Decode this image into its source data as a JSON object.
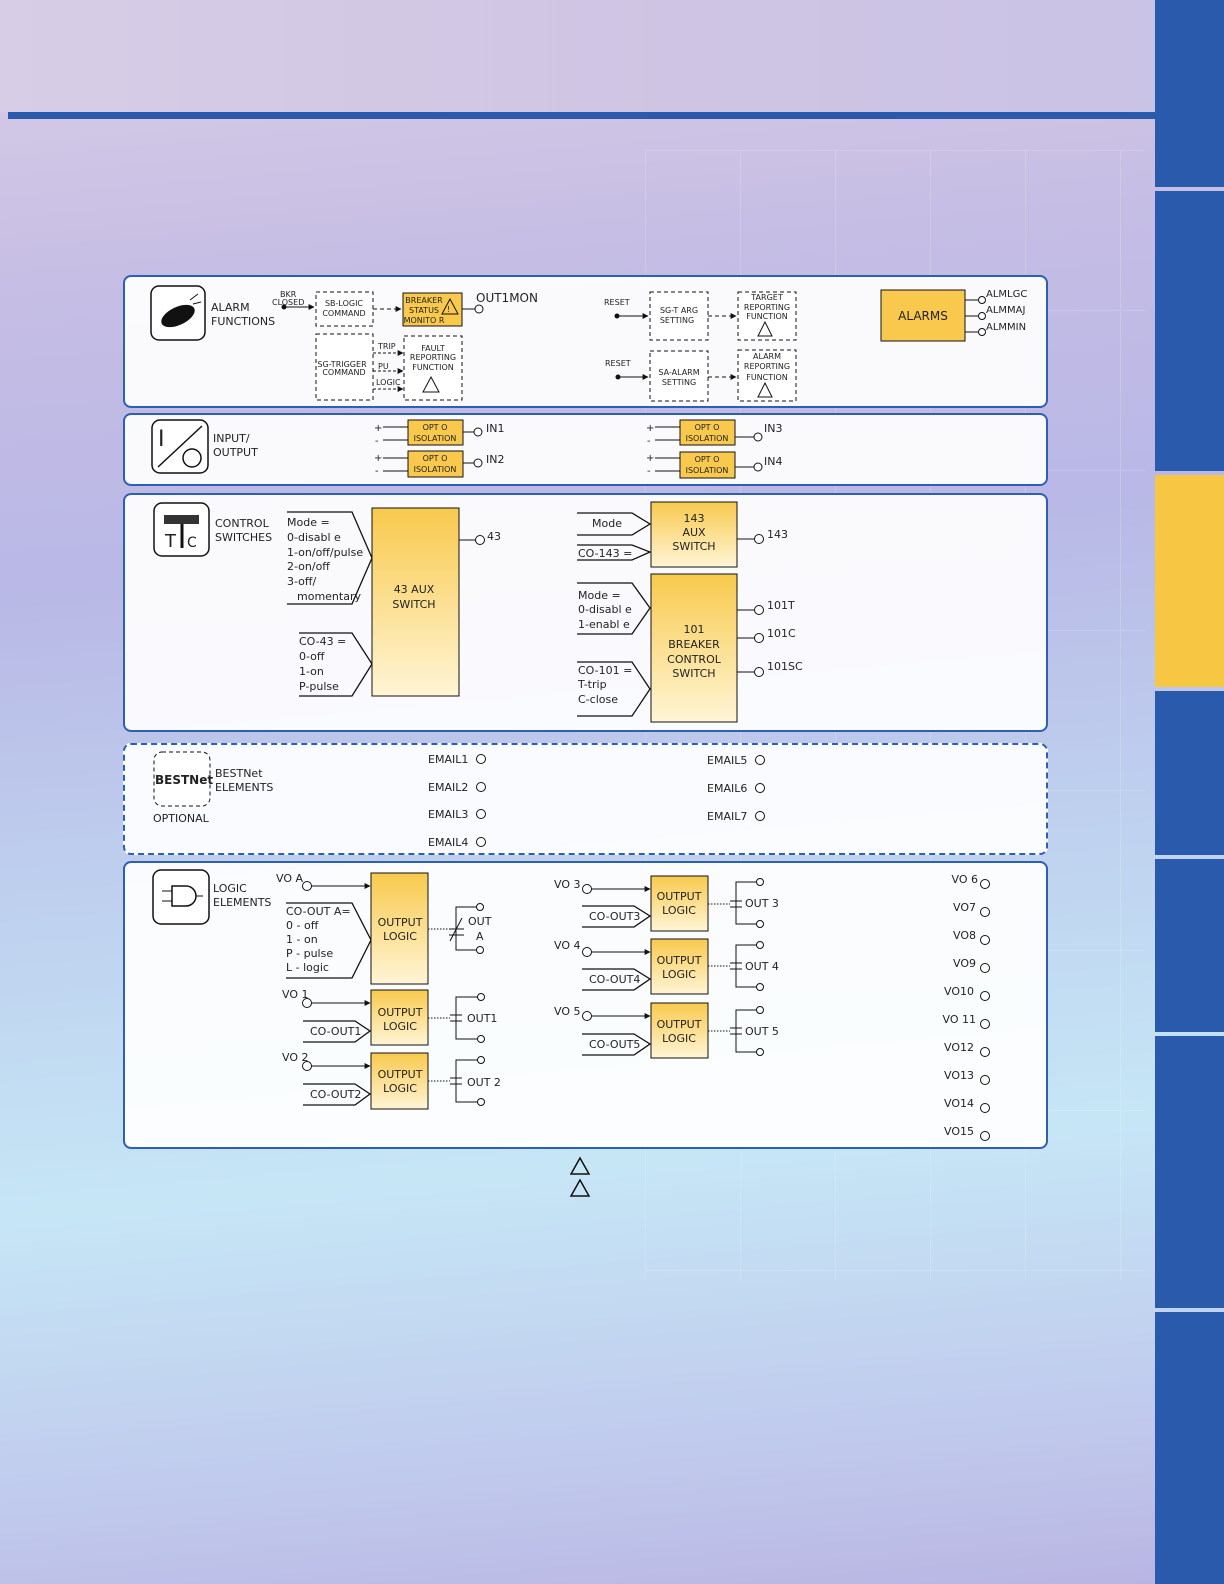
{
  "colors": {
    "accent_blue": "#2a5aab",
    "tab_yellow": "#f7c744",
    "block_yellow": "#f8c94d",
    "block_light": "#fff3cf"
  },
  "alarm": {
    "label1": "ALARM",
    "label2": "FUNCTIONS",
    "bkr1": "BKR",
    "bkr2": "CLOSED",
    "sb_logic1": "SB-LOGIC",
    "sb_logic2": "COMMAND",
    "breaker1": "BREAKER",
    "breaker2": "STATUS",
    "breaker3": "MONITO R",
    "out1mon": "OUT1MON",
    "sg_trigger1": "SG-TRIGGER",
    "sg_trigger2": "COMMAND",
    "trip": "TRIP",
    "pu": "PU",
    "logic": "LOGIC",
    "fault1": "FAULT",
    "fault2": "REPORTING",
    "fault3": "FUNCTION",
    "reset": "RESET",
    "sgt1": "SG-T ARG",
    "sgt2": "SETTING",
    "target1": "TARGET",
    "target2": "REPORTING",
    "target3": "FUNCTION",
    "sa1": "SA-ALARM",
    "sa2": "SETTING",
    "alarmrep1": "ALARM",
    "alarmrep2": "REPORTING",
    "alarmrep3": "FUNCTION",
    "alarms": "ALARMS",
    "outputs": [
      "ALMLGC",
      "ALMMAJ",
      "ALMMIN"
    ]
  },
  "io": {
    "label1": "INPUT/",
    "label2": "OUTPUT",
    "opto1": "OPT O",
    "opto2": "ISOLATION",
    "plus": "+",
    "minus": "-",
    "inputs": [
      "IN1",
      "IN2",
      "IN3",
      "IN4"
    ]
  },
  "control": {
    "label1": "CONTROL",
    "label2": "SWITCHES",
    "mode43": [
      "Mode =",
      "0-disabl e",
      "1-on/off/pulse",
      "2-on/off",
      "3-off/",
      "momentary"
    ],
    "sw43_1": "43 AUX",
    "sw43_2": "SWITCH",
    "co43": [
      "CO-43  =",
      "0-off",
      "1-on",
      "P-pulse"
    ],
    "out43": "43",
    "mode143": "Mode",
    "co143": "CO-143  =",
    "sw143": [
      "143",
      "AUX",
      "SWITCH"
    ],
    "out143": "143",
    "mode101": [
      "Mode =",
      "0-disabl e",
      "1-enabl e"
    ],
    "co101": [
      "CO-101   =",
      "T-trip",
      "C-close"
    ],
    "sw101": [
      "101",
      "BREAKER",
      "CONTROL",
      "SWITCH"
    ],
    "out101": [
      "101T",
      "101C",
      "101SC"
    ]
  },
  "bestnet": {
    "logo": "BESTNet",
    "label1": "BESTNet",
    "label2": "ELEMENTS",
    "optional": "OPTIONAL",
    "emails_left": [
      "EMAIL1",
      "EMAIL2",
      "EMAIL3",
      "EMAIL4"
    ],
    "emails_right": [
      "EMAIL5",
      "EMAIL6",
      "EMAIL7"
    ]
  },
  "logic": {
    "label1": "LOGIC",
    "label2": "ELEMENTS",
    "voa": "VO A",
    "coa": [
      "CO-OUT  A=",
      "0 -  off",
      "1 -  on",
      "P -  pulse",
      "L -  logic"
    ],
    "output_logic1": "OUTPUT",
    "output_logic2": "LOGIC",
    "outa1": "OUT",
    "outa2": "A",
    "vo1": "VO 1",
    "coout1": "CO-OUT1",
    "out1": "OUT1",
    "vo2": "VO 2",
    "coout2": "CO-OUT2",
    "out2": "OUT 2",
    "vo3": "VO 3",
    "coout3": "CO-OUT3",
    "out3": "OUT 3",
    "vo4": "VO 4",
    "coout4": "CO-OUT4",
    "out4": "OUT 4",
    "vo5": "VO 5",
    "coout5": "CO-OUT5",
    "out5": "OUT 5",
    "vos": [
      "VO 6",
      "VO7",
      "VO8",
      "VO9",
      "VO10",
      "VO 11",
      "VO12",
      "VO13",
      "VO14",
      "VO15"
    ]
  }
}
